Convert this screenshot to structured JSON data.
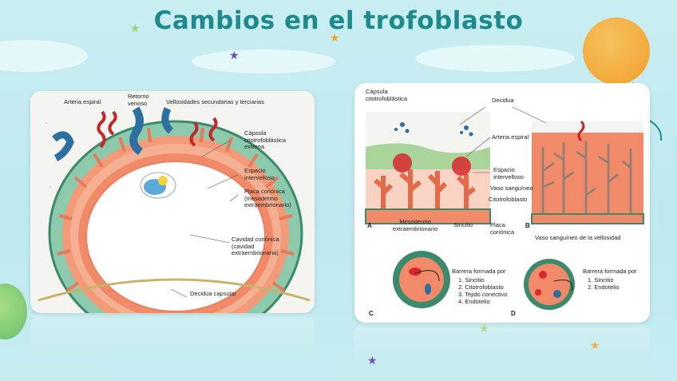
{
  "title": "Cambios en el trofoblasto",
  "colors": {
    "title": "#1e8a8c",
    "background": "#c9eef2",
    "balloon": "#f1a832",
    "circle": "#7cc576"
  },
  "left_diagram": {
    "labels": {
      "arteria_espiral": "Arteria espiral",
      "retorno_venoso": "Retorno\nvenoso",
      "vellosidades": "Vellosidades secundarias y terciarias",
      "capsula_externa": "Cápsula\ncitotrofoblástica\nexterna",
      "espacio": "Espacio\nintervelloso",
      "placa": "Placa coriónica\n(mesodermo\nextraembrionario)",
      "cavidad": "Cavidad coriónica\n(cavidad\nextraembrionaria)",
      "decidua_capsular": "Decidua capsular"
    }
  },
  "right_diagram": {
    "labels": {
      "capsula": "Cápsula\ncitotrofoblástica",
      "decidua": "Decidua",
      "arteria": "Arteria espiral",
      "espacio": "Espacio\nintervelloso",
      "vaso": "Vaso sanguíneo",
      "citotrofoblasto": "Citotrofoblasto",
      "mesodermo": "Mesodermo\nextraembrionario",
      "sincitio": "Sincitio",
      "placa": "Placa\ncoriónica",
      "vaso_vellosidad": "Vaso sanguíneo de la vellosidad",
      "letter_a": "A",
      "letter_b": "B",
      "letter_c": "C",
      "letter_d": "D"
    },
    "barrier_c": {
      "heading": "Barrera formada por",
      "items": [
        "1. Sincitio",
        "2. Citotrofoblasto",
        "3. Tejido conectivo",
        "4. Endotelio"
      ]
    },
    "barrier_d": {
      "heading": "Barrera formada por",
      "items": [
        "1. Sincitio",
        "2. Endotelio"
      ]
    }
  }
}
